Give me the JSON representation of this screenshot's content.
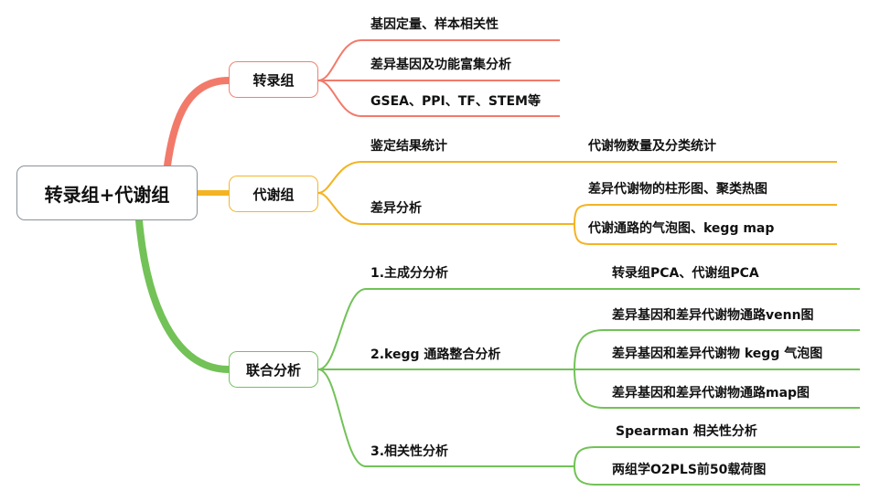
{
  "colors": {
    "transcriptome": "#f27a6a",
    "metabolome": "#f4b322",
    "joint": "#72c257",
    "root_border": "#8a9299"
  },
  "root": {
    "label": "转录组+代谢组"
  },
  "transcriptome": {
    "label": "转录组",
    "items": [
      "基因定量、样本相关性",
      "差异基因及功能富集分析",
      "GSEA、PPI、TF、STEM等"
    ]
  },
  "metabolome": {
    "label": "代谢组",
    "items": [
      {
        "label": "鉴定结果统计",
        "children": [
          "代谢物数量及分类统计"
        ]
      },
      {
        "label": "差异分析",
        "children": [
          "差异代谢物的柱形图、聚类热图",
          "代谢通路的气泡图、kegg map"
        ]
      }
    ]
  },
  "joint": {
    "label": "联合分析",
    "items": [
      {
        "label": "1.主成分分析",
        "children": [
          "转录组PCA、代谢组PCA"
        ]
      },
      {
        "label": "2.kegg 通路整合分析",
        "children": [
          "差异基因和差异代谢物通路venn图",
          "差异基因和差异代谢物 kegg 气泡图",
          "差异基因和差异代谢物通路map图"
        ]
      },
      {
        "label": "3.相关性分析",
        "children": [
          "Spearman 相关性分析",
          "两组学O2PLS前50载荷图"
        ]
      }
    ]
  }
}
